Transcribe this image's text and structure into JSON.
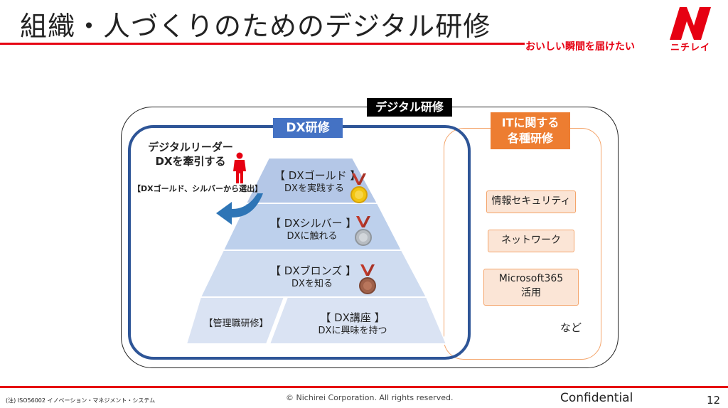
{
  "header": {
    "title": "組織・人づくりのためのデジタル研修",
    "tagline": "おいしい瞬間を届けたい",
    "logo_text": "ニチレイ",
    "brand_color": "#e60012"
  },
  "diagram": {
    "digital_label": "デジタル研修",
    "dx_label": "DX研修",
    "leader": {
      "line1": "デジタルリーダー",
      "line2": "DXを牽引する",
      "note": "【DXゴールド、シルバーから選出】"
    },
    "pyramid": [
      {
        "head": "【 DXゴールド 】",
        "sub": "DXを実践する",
        "medal": "gold-medal-icon"
      },
      {
        "head": "【 DXシルバー 】",
        "sub": "DXに触れる",
        "medal": "silver-medal-icon"
      },
      {
        "head": "【 DXブロンズ 】",
        "sub": "DXを知る",
        "medal": "bronze-medal-icon"
      },
      {
        "head": "【 DX講座 】",
        "sub": "DXに興味を持つ"
      }
    ],
    "manager_training": "【管理職研修】",
    "it": {
      "label_line1": "ITに関する",
      "label_line2": "各種研修",
      "items": [
        "情報セキュリティ",
        "ネットワーク"
      ],
      "item3_line1": "Microsoft365",
      "item3_line2": "活用",
      "etc": "など"
    },
    "colors": {
      "dx_blue": "#2e5597",
      "it_orange": "#ed7d31"
    }
  },
  "footer": {
    "note": "(注) ISO56002 イノベーション・マネジメント・システム",
    "copyright": "© Nichirei Corporation. All rights reserved.",
    "confidential": "Confidential",
    "page": "12"
  }
}
